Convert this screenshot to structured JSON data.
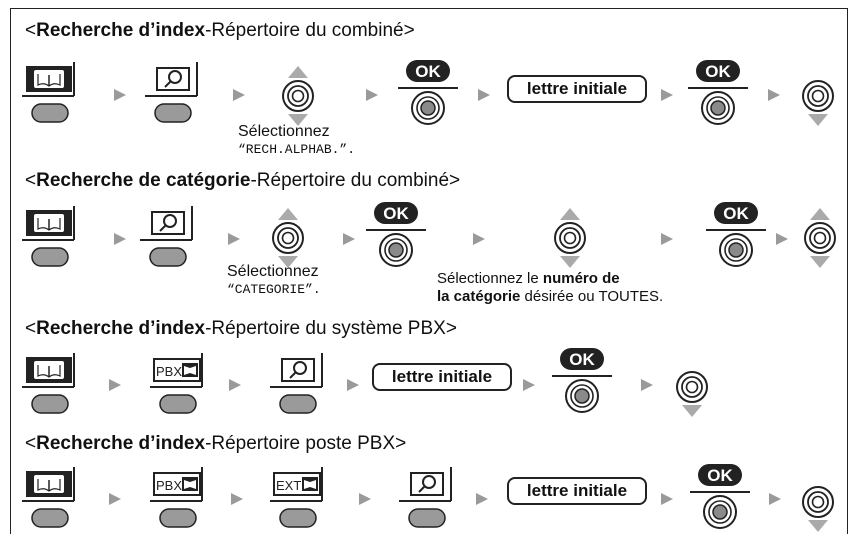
{
  "sections": [
    {
      "bold": "Recherche d’index",
      "rest": "-Répertoire du combiné",
      "open": "<",
      "close": ">"
    },
    {
      "bold": "Recherche de catégorie",
      "rest": "-Répertoire du combiné",
      "open": "<",
      "close": ">"
    },
    {
      "bold": "Recherche d’index",
      "rest": "-Répertoire du système PBX",
      "open": "<",
      "close": ">"
    },
    {
      "bold": "Recherche d’index",
      "rest": "-Répertoire poste PBX",
      "open": "<",
      "close": ">"
    }
  ],
  "captions": {
    "select1_line1": "Sélectionnez",
    "select1_line2": "“RECH.ALPHAB.”.",
    "select2_line1": "Sélectionnez",
    "select2_line2": "“CATEGORIE”.",
    "cat_line1_pre": "Sélectionnez le ",
    "cat_line1_bold": "numéro de",
    "cat_line2_bold": "la catégorie",
    "cat_line2_post": " désirée ou TOUTES."
  },
  "labels": {
    "ok": "OK",
    "initial_letter": "lettre initiale",
    "pbx": "PBX",
    "ext": "EXT"
  },
  "icons": {
    "phonebook": "phonebook-icon",
    "search": "search-icon",
    "pbx_phonebook": "pbx-phonebook-icon",
    "ext_phonebook": "ext-phonebook-icon",
    "nav_updown": "navigator-up-down-icon",
    "nav_down": "navigator-down-icon",
    "ok_button": "ok-button-icon",
    "arrow": "arrow-right-icon"
  }
}
